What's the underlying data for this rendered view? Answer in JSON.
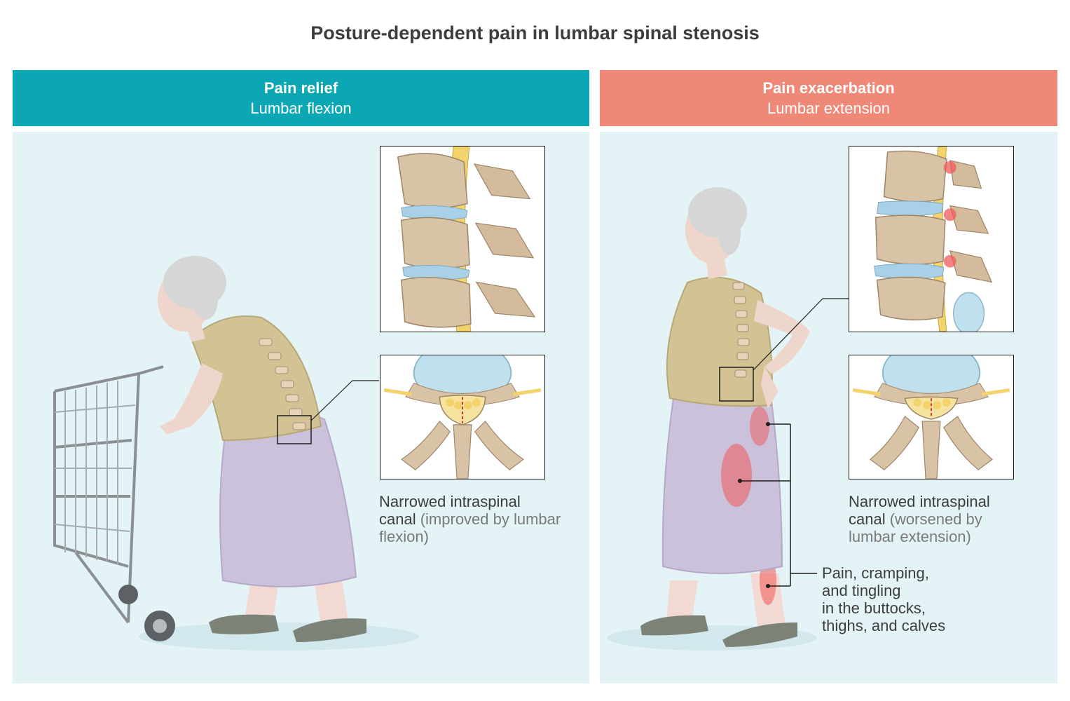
{
  "title": "Posture-dependent pain in lumbar spinal stenosis",
  "panels": {
    "left": {
      "heading": "Pain relief",
      "subheading": "Lumbar flexion",
      "color": "#0ba7b5",
      "caption": {
        "main": "Narrowed intraspinal canal",
        "paren": "(improved by lumbar flexion)"
      }
    },
    "right": {
      "heading": "Pain exacerbation",
      "subheading": "Lumbar extension",
      "color": "#f08878",
      "caption": {
        "main": "Narrowed intraspinal canal",
        "paren": "(worsened by lumbar extension)"
      },
      "symptoms": [
        "Pain, cramping,",
        "and tingling",
        "in the buttocks,",
        "thighs, and calves"
      ]
    }
  },
  "colors": {
    "panel_background": "#e3f3f6",
    "bone": "#d9c3a6",
    "disc": "#a8d0e6",
    "nerve": "#f3d36b",
    "pain": "#f05a5a"
  }
}
